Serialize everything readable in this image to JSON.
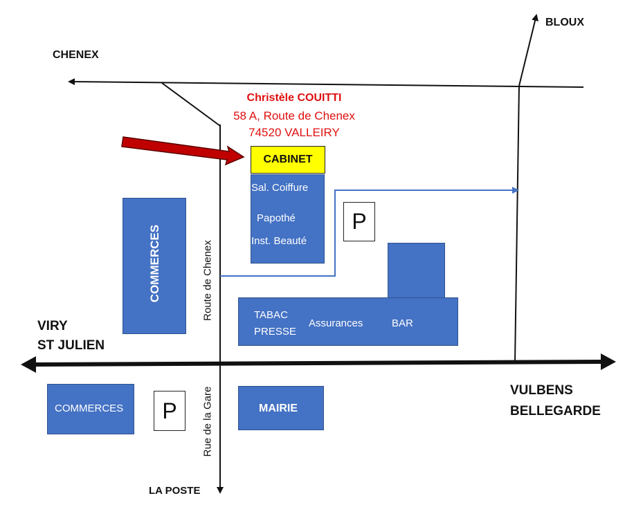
{
  "places": {
    "chenex": "CHENEX",
    "bloux": "BLOUX",
    "viry": "VIRY",
    "st_julien": "ST JULIEN",
    "vulbens": "VULBENS",
    "bellegarde": "BELLEGARDE",
    "la_poste": "LA POSTE"
  },
  "address": {
    "name": "Christèle COUITTI",
    "street": "58 A, Route de Chenex",
    "city": "74520 VALLEIRY"
  },
  "cabinet": {
    "label": "CABINET",
    "color": "#ffff00"
  },
  "cabinet_block": {
    "items": [
      "Sal. Coiffure",
      "Papothé",
      "Inst. Beauté"
    ]
  },
  "commerces_vertical": "COMMERCES",
  "commerces_lower": "COMMERCES",
  "tabac_block": {
    "tabac": "TABAC",
    "presse": "PRESSE",
    "assurances": "Assurances",
    "bar": "BAR"
  },
  "mairie": "MAIRIE",
  "parking": {
    "label": "P"
  },
  "roads": {
    "route_de_chenex": "Route de Chenex",
    "rue_de_la_gare": "Rue de la Gare"
  },
  "colors": {
    "block": "#4472c4",
    "address": "#e01010",
    "arrow": "#c00000",
    "route_line": "#4472c4"
  },
  "icons": {
    "pointer": "red-arrow-icon",
    "parking": "parking-icon"
  }
}
